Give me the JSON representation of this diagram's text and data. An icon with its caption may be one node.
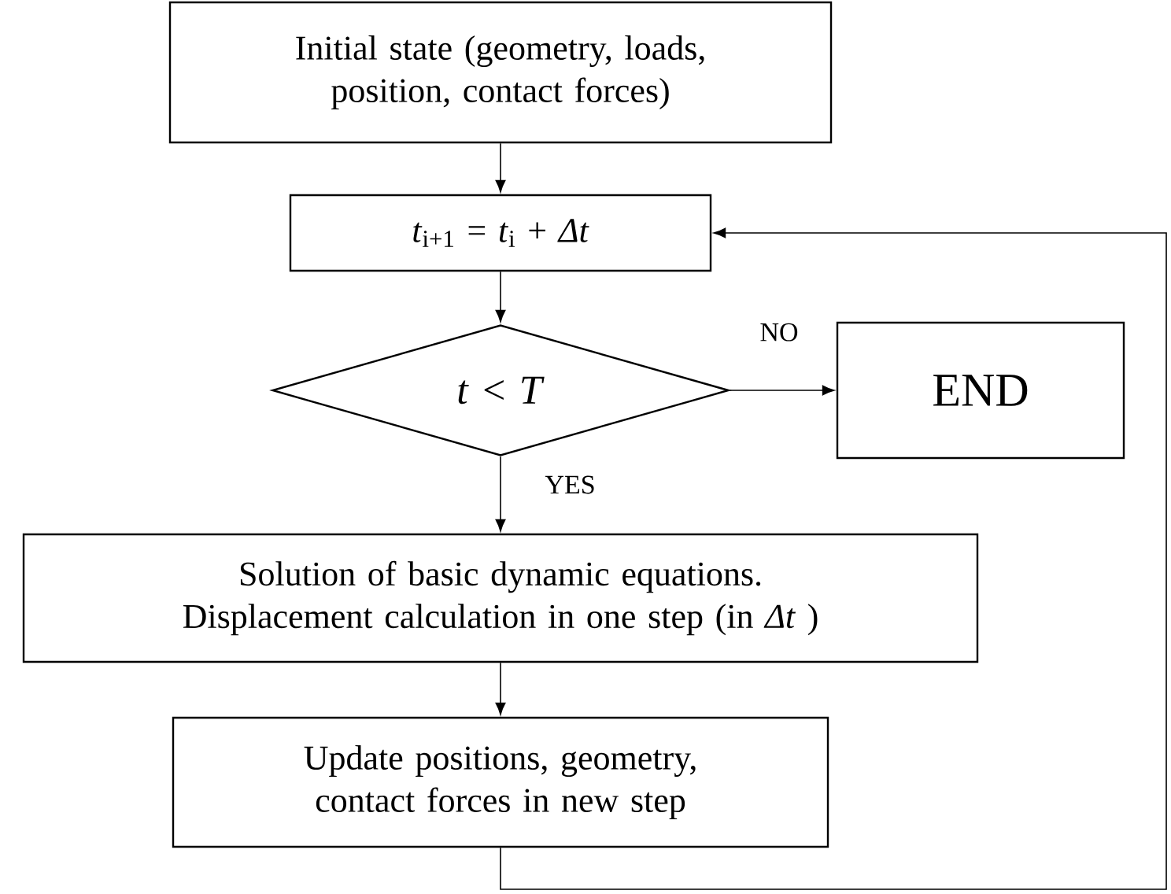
{
  "diagram": {
    "nodes": [
      {
        "text": [
          "Initial state (geometry, loads, position, contact forces)"
        ]
      },
      {
        "text": [
          "*t*$_{i+1}$ = *t*$_{i}$ + *Δt*"
        ]
      },
      {
        "text": [
          "*t* < *T*"
        ]
      },
      {
        "text": [
          "END"
        ]
      },
      {
        "text": [
          "Solution of basic dynamic equations. Displacement calculation in one step (in *Δt* )"
        ]
      },
      {
        "text": [
          "Update positions, geometry, contact forces in new step"
        ]
      }
    ],
    "edges": [
      {
        "from": 0,
        "to": 1,
        "arrow": "to"
      },
      {
        "from": 1,
        "to": 2,
        "arrow": "to"
      },
      {
        "from": 2,
        "to": 3,
        "arrow": "to",
        "label": "NO"
      },
      {
        "from": 2,
        "to": 4,
        "arrow": "to",
        "label": "YES"
      },
      {
        "from": 4,
        "to": 5,
        "arrow": "to"
      },
      {
        "from": 5,
        "to": 1,
        "arrow": "to"
      }
    ]
  }
}
